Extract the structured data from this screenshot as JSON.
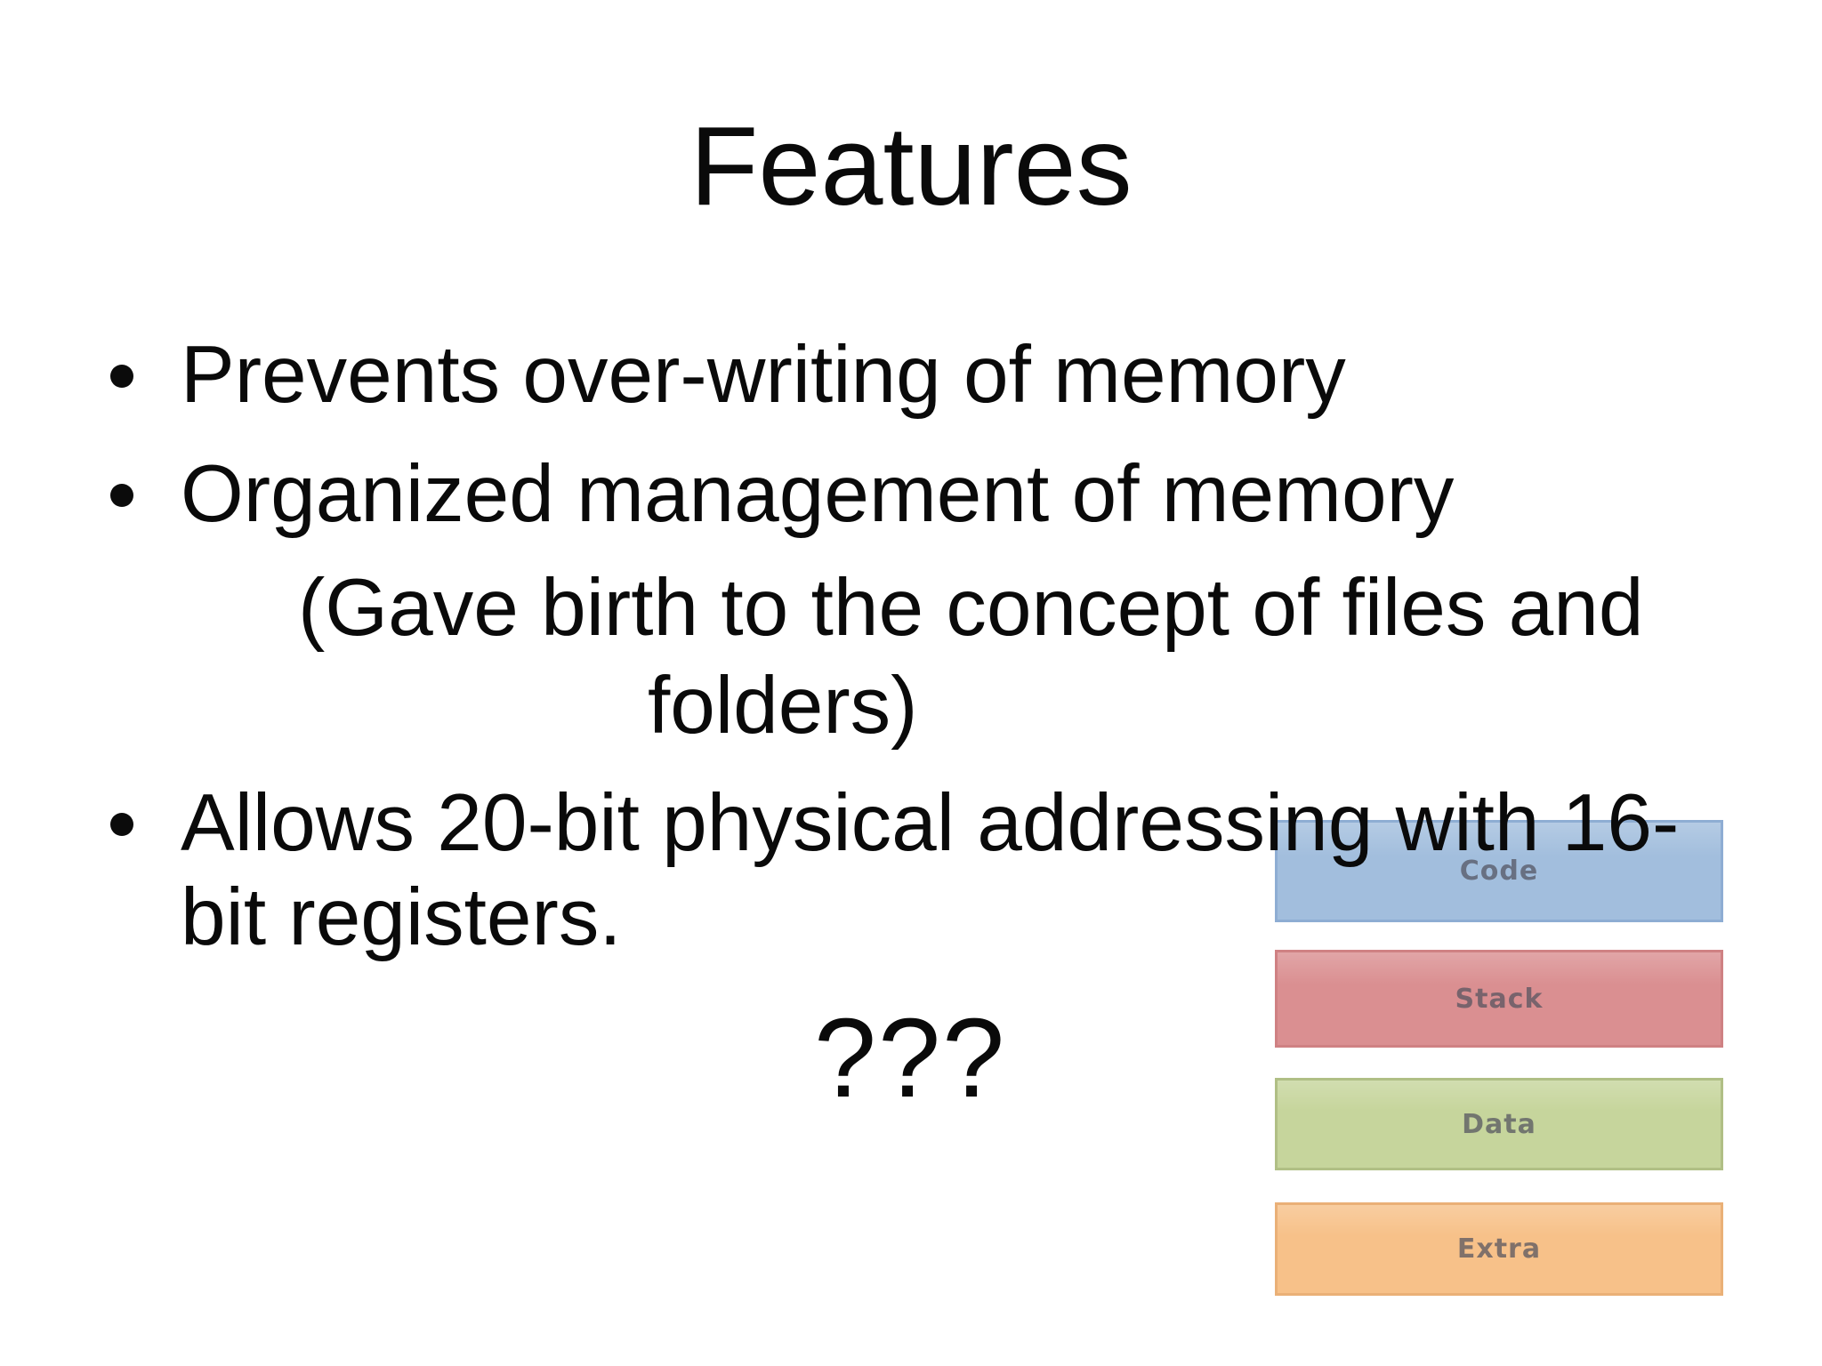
{
  "slide": {
    "title": "Features",
    "bullets": [
      {
        "text": "Prevents over-writing of memory"
      },
      {
        "text": "Organized management of memory"
      },
      {
        "text": "Allows 20-bit physical addressing with 16-\nbit registers."
      }
    ],
    "subnote": {
      "line1": "(Gave birth to the concept of files and",
      "line2": "folders)"
    },
    "question_marks": "???"
  },
  "diagram": {
    "segments": [
      {
        "label": "Code",
        "fill": "#a2bedd",
        "border": "#8eadd3"
      },
      {
        "label": "Stack",
        "fill": "#da8f91",
        "border": "#cf8183"
      },
      {
        "label": "Data",
        "fill": "#c6d59c",
        "border": "#b0bf85"
      },
      {
        "label": "Extra",
        "fill": "#f7c189",
        "border": "#eab077"
      }
    ],
    "label_color": "rgba(82,82,94,0.72)"
  }
}
